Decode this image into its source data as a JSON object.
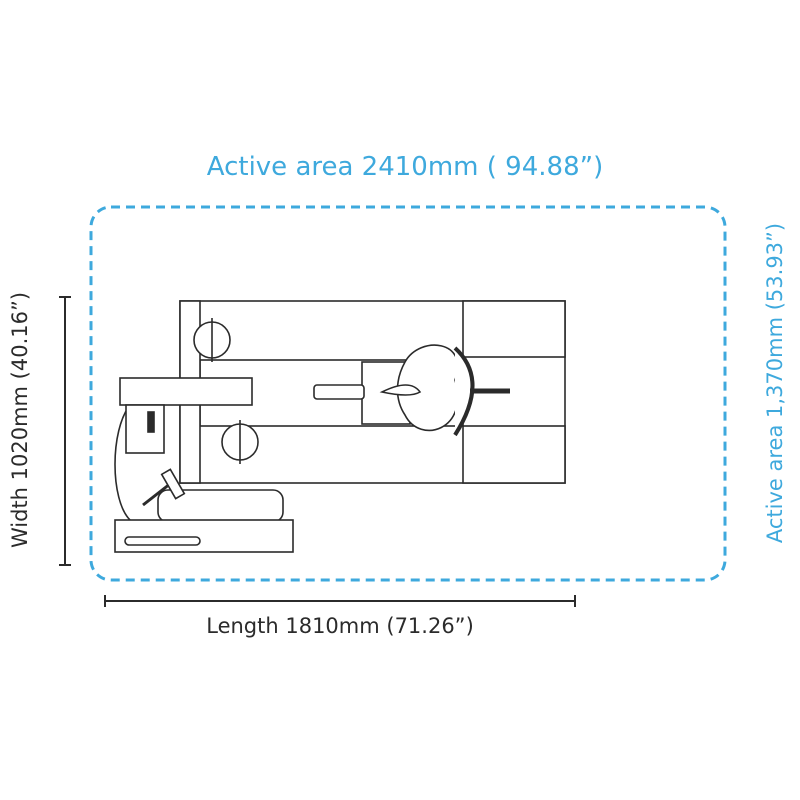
{
  "labels": {
    "active_area_length": "Active area 2410mm ( 94.88”)",
    "active_area_width": "Active area 1,370mm (53.93”)",
    "width": "Width 1020mm (40.16”)",
    "length": "Length 1810mm (71.26”)"
  },
  "colors": {
    "accent": "#3ea9dd",
    "line": "#2b2b2b"
  }
}
